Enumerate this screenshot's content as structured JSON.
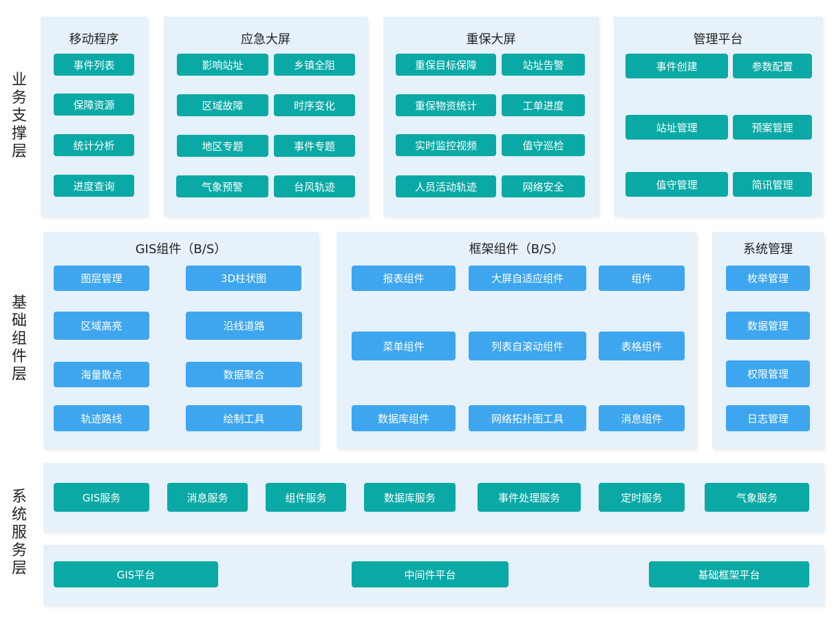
{
  "layers": {
    "business": {
      "label": [
        "业",
        "务",
        "支",
        "撑",
        "层"
      ]
    },
    "component": {
      "label": [
        "基",
        "础",
        "组",
        "件",
        "层"
      ]
    },
    "service": {
      "label": [
        "系",
        "统",
        "服",
        "务",
        "层"
      ]
    }
  },
  "panels": {
    "mobile": {
      "title": "移动程序",
      "items": [
        "事件列表",
        "保障资源",
        "统计分析",
        "进度查询"
      ]
    },
    "emergency": {
      "title": "应急大屏",
      "items": [
        "影响站址",
        "乡镇全阻",
        "区域故障",
        "时序变化",
        "地区专题",
        "事件专题",
        "气象预警",
        "台风轨迹"
      ]
    },
    "security": {
      "title": "重保大屏",
      "items": [
        "重保目标保障",
        "站址告警",
        "重保物资统计",
        "工单进度",
        "实时监控视频",
        "值守巡检",
        "人员活动轨迹",
        "网络安全"
      ]
    },
    "management": {
      "title": "管理平台",
      "items": [
        "事件创建",
        "参数配置",
        "站址管理",
        "预案管理",
        "值守管理",
        "简讯管理"
      ]
    },
    "gis": {
      "title": "GIS组件（B/S）",
      "items": [
        "图层管理",
        "3D柱状图",
        "区域高亮",
        "沿线道路",
        "海量散点",
        "数据聚合",
        "轨迹路线",
        "绘制工具"
      ]
    },
    "framework": {
      "title": "框架组件（B/S）",
      "items": [
        "报表组件",
        "大屏自适应组件",
        "组件",
        "菜单组件",
        "列表自滚动组件",
        "表格组件",
        "数据库组件",
        "网络拓扑图工具",
        "消息组件"
      ]
    },
    "sysmgmt": {
      "title": "系统管理",
      "items": [
        "枚举管理",
        "数据管理",
        "权限管理",
        "日志管理"
      ]
    },
    "services": {
      "items": [
        "GIS服务",
        "消息服务",
        "组件服务",
        "数据库服务",
        "事件处理服务",
        "定时服务",
        "气象服务"
      ]
    },
    "platforms": {
      "items": [
        "GIS平台",
        "中间件平台",
        "基础框架平台"
      ]
    }
  },
  "colors": {
    "panel_bg": "#e6f1f9",
    "teal": "#0aa9a6",
    "blue": "#3da6ef"
  }
}
